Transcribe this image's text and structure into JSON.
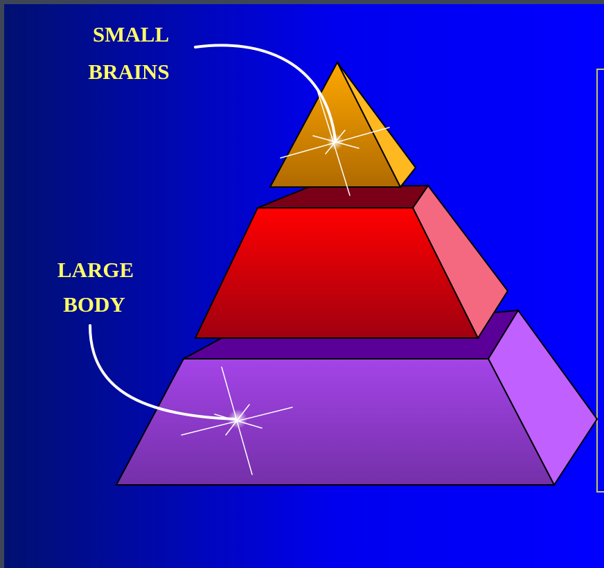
{
  "labels": {
    "top": {
      "line1": "SMALL",
      "line2": "BRAINS"
    },
    "bottom": {
      "line1": "LARGE",
      "line2": "BODY"
    }
  },
  "colors": {
    "slide_frame": "#3d4656",
    "background_left": "#001070",
    "background_right": "#0000ff",
    "label_text": "#ffff66",
    "top_tier": "#f2a000",
    "middle_tier": "#ff0000",
    "bottom_tier": "#a040e0",
    "text_box_border": "#c8c860"
  },
  "icons": [
    "curved-arrow-icon",
    "sparkle-icon"
  ]
}
